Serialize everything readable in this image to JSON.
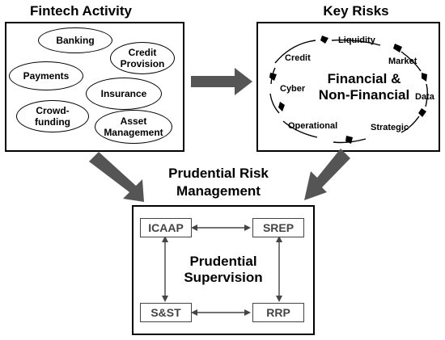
{
  "titles": {
    "fintech": "Fintech Activity",
    "risks": "Key Risks",
    "prudential": "Prudential Risk Management"
  },
  "fintech_activities": {
    "banking": "Banking",
    "credit_provision": "Credit Provision",
    "payments": "Payments",
    "insurance": "Insurance",
    "crowdfunding": "Crowd-funding",
    "asset_management": "Asset Management"
  },
  "risks": {
    "liquidity": "Liquidity",
    "credit": "Credit",
    "market": "Market",
    "cyber": "Cyber",
    "data": "Data",
    "operational": "Operational",
    "strategic": "Strategic",
    "center": "Financial & Non-Financial"
  },
  "supervision": {
    "icaap": "ICAAP",
    "srep": "SREP",
    "sst": "S&ST",
    "rrp": "RRP",
    "center": "Prudential Supervision"
  },
  "colors": {
    "arrow": "#555555",
    "border": "#000000",
    "supervision_box": "#444444"
  }
}
